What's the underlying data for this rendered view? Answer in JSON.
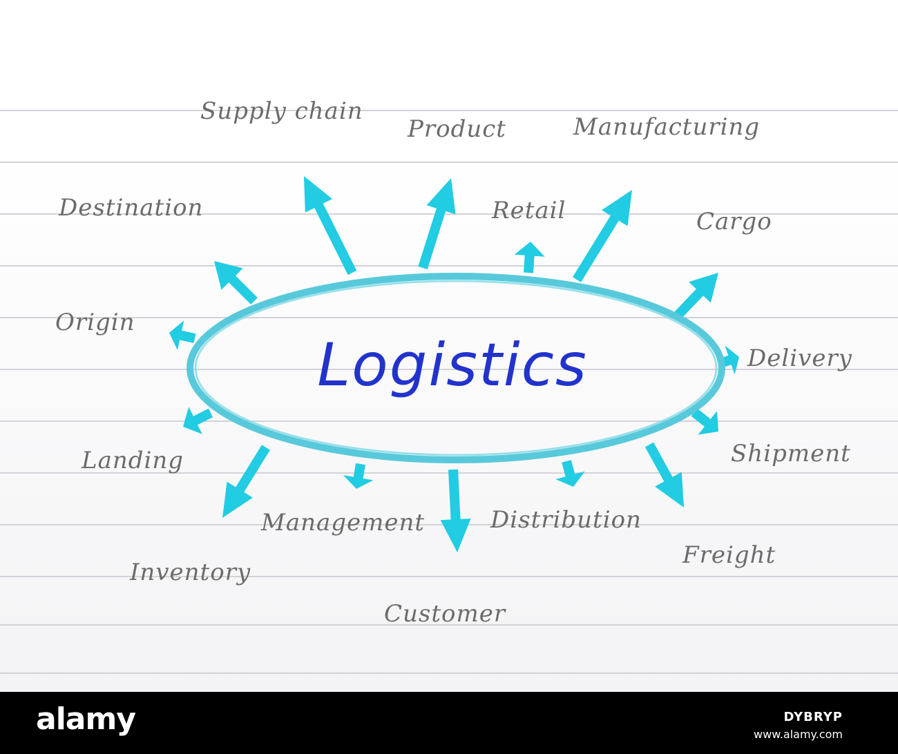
{
  "diagram": {
    "center_label": "Logistics",
    "terms": [
      "Supply chain",
      "Product",
      "Manufacturing",
      "Destination",
      "Retail",
      "Cargo",
      "Origin",
      "Delivery",
      "Landing",
      "Shipment",
      "Management",
      "Distribution",
      "Inventory",
      "Freight",
      "Customer"
    ]
  },
  "colors": {
    "arrow": "#22cce2",
    "ellipse": "#58c9da",
    "center_text": "#2233cc",
    "terms": "#6b6b6b",
    "rules": "#d2d2d8"
  },
  "footer": {
    "brand": "alamy",
    "image_id": "DYBRYP",
    "site": "www.alamy.com"
  }
}
